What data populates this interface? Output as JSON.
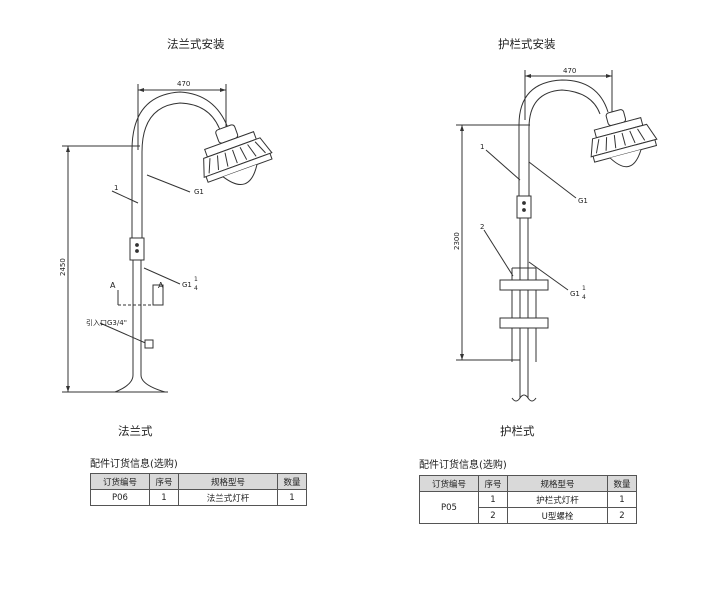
{
  "left": {
    "title": "法兰式安装",
    "caption": "法兰式",
    "dim_width": "470",
    "dim_height": "2450",
    "label_1": "1",
    "label_g1": "G1",
    "label_g114_main": "G1",
    "label_g114_num": "1",
    "label_g114_den": "4",
    "label_section_a1": "A",
    "label_section_a2": "A",
    "label_inlet": "引入口G3/4\""
  },
  "right": {
    "title": "护栏式安装",
    "caption": "护栏式",
    "dim_width": "470",
    "dim_height": "2300",
    "label_1": "1",
    "label_2": "2",
    "label_g1": "G1",
    "label_g114_main": "G1",
    "label_g114_num": "1",
    "label_g114_den": "4"
  },
  "table_left": {
    "heading": "配件订货信息(选购)",
    "headers": [
      "订货编号",
      "序号",
      "规格型号",
      "数量"
    ],
    "rows": [
      [
        "P06",
        "1",
        "法兰式灯杆",
        "1"
      ]
    ]
  },
  "table_right": {
    "heading": "配件订货信息(选购)",
    "headers": [
      "订货编号",
      "序号",
      "规格型号",
      "数量"
    ],
    "order_no": "P05",
    "rows": [
      [
        "1",
        "护栏式灯杆",
        "1"
      ],
      [
        "2",
        "U型螺栓",
        "2"
      ]
    ]
  }
}
